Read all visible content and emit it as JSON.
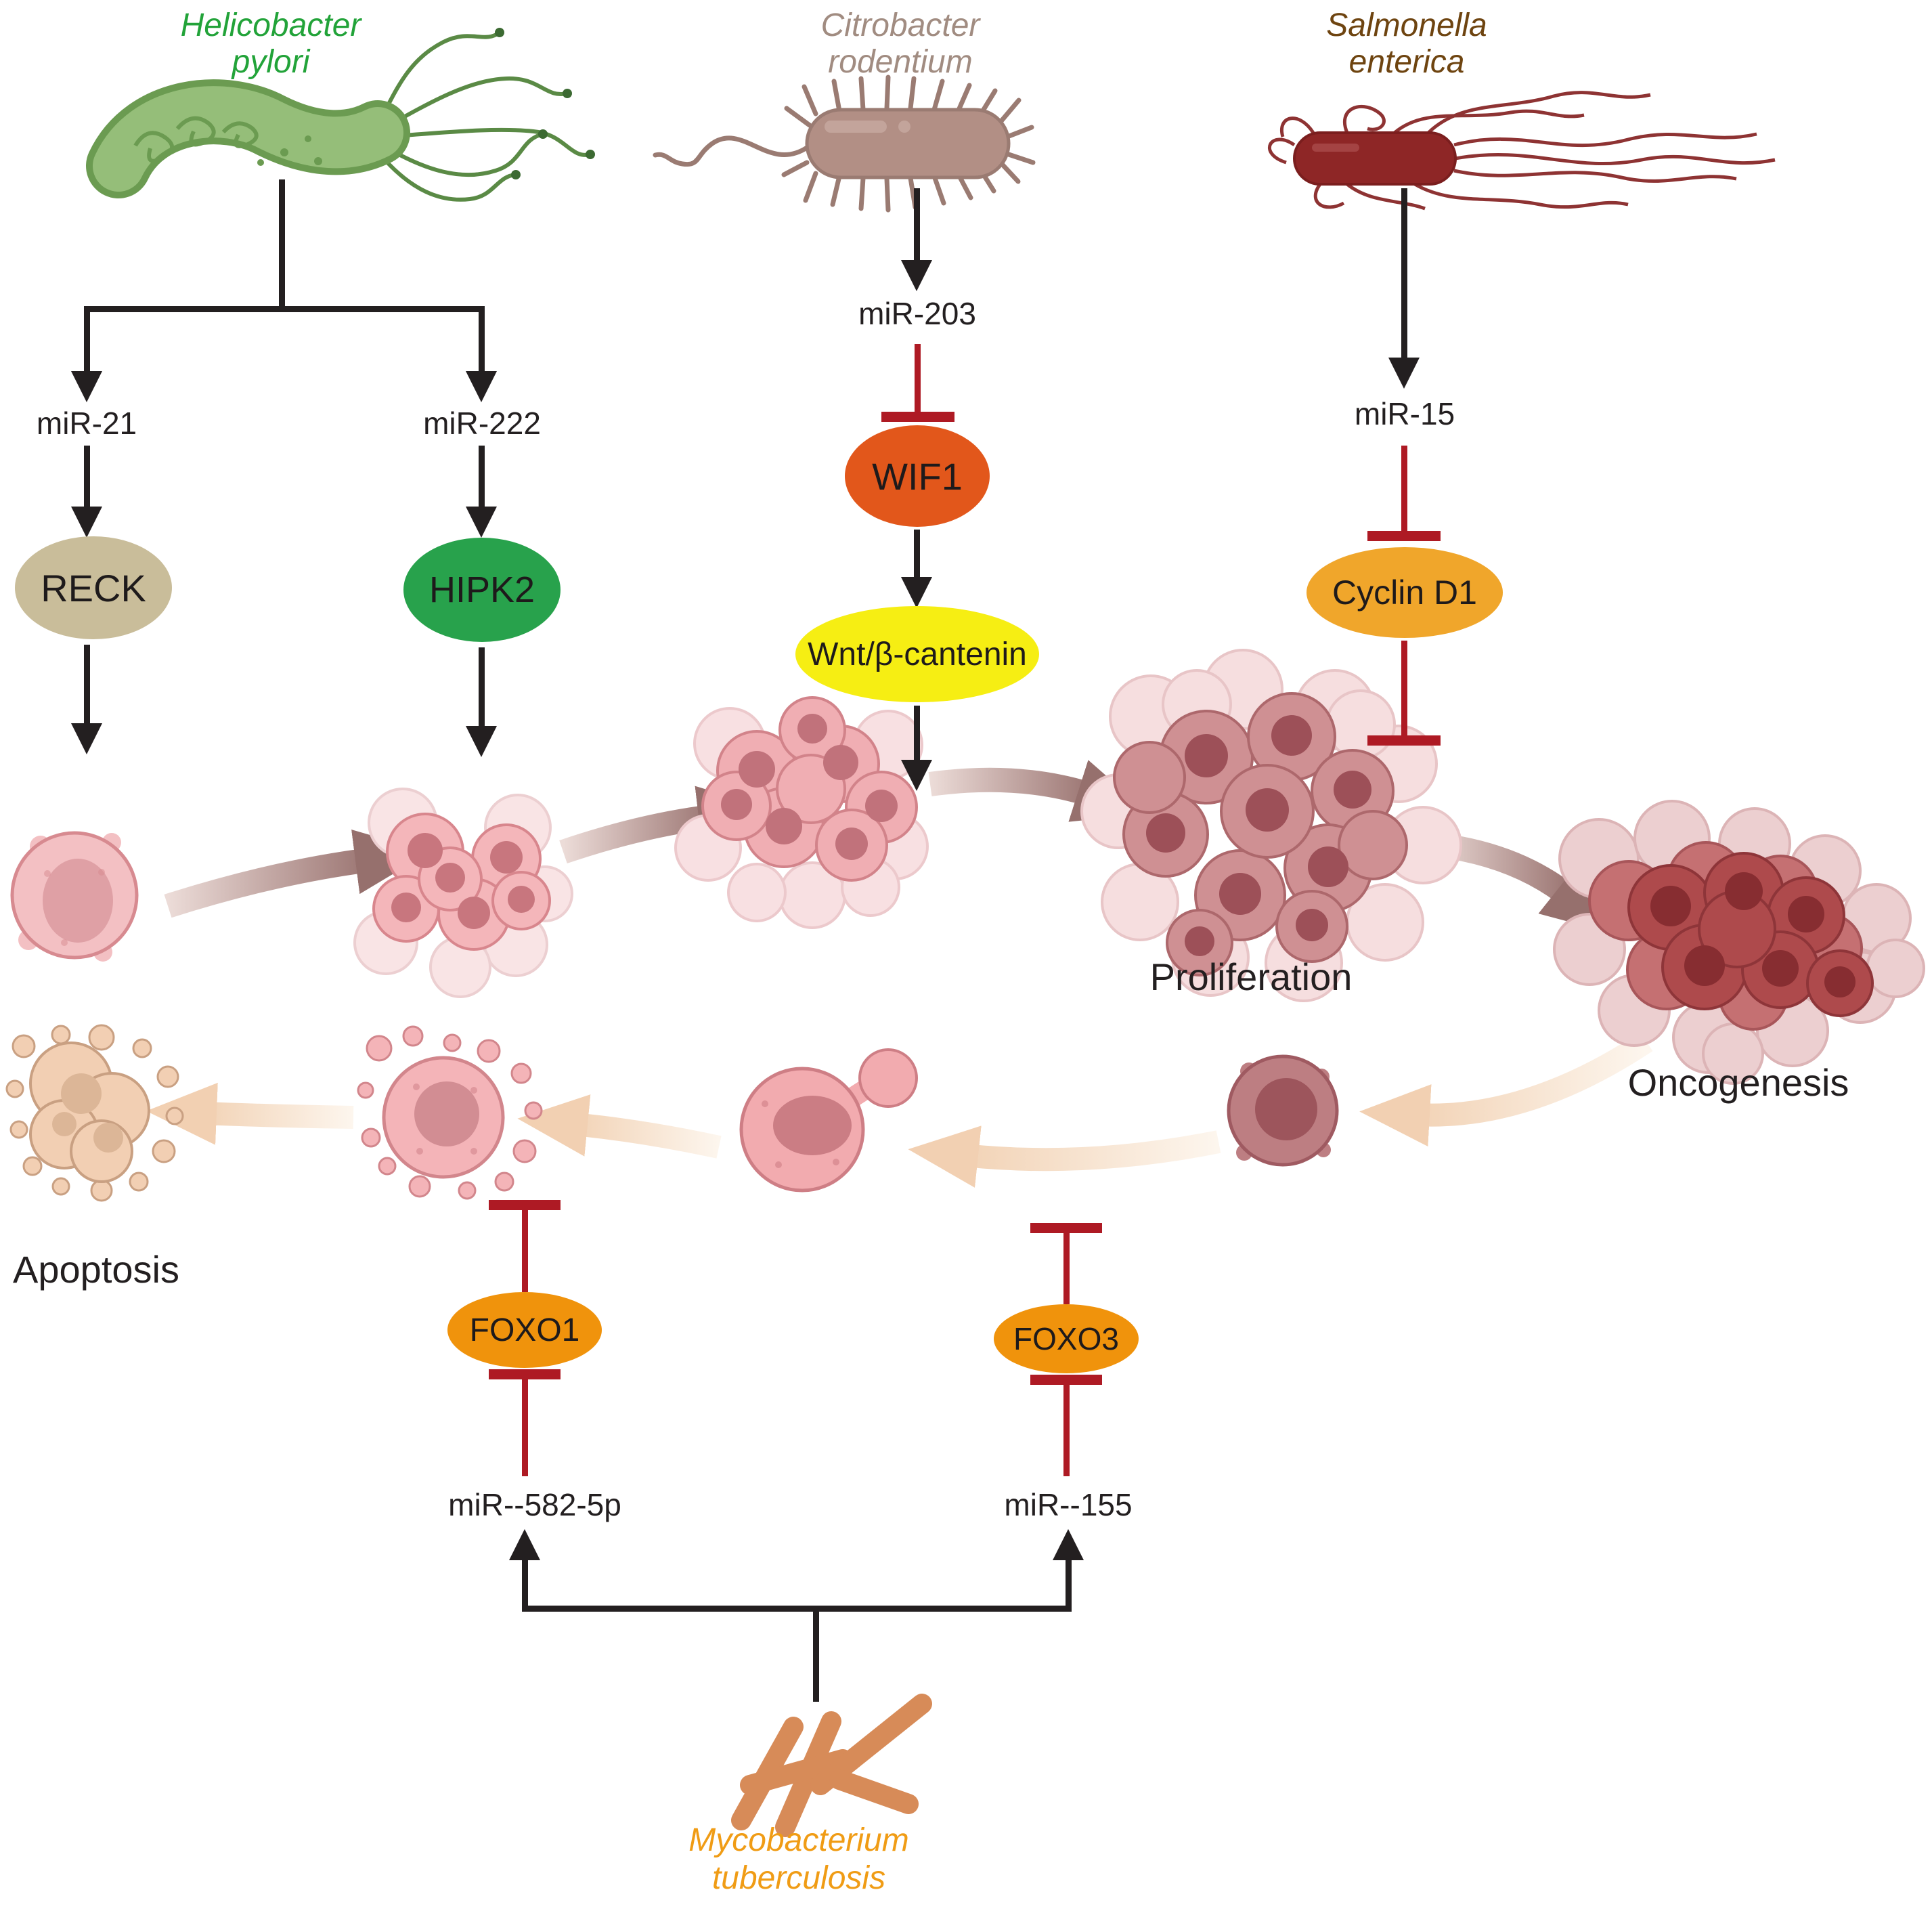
{
  "organisms": {
    "helicobacter": {
      "line1": "Helicobacter",
      "line2": "pylori",
      "label_color": "#22a339"
    },
    "citrobacter": {
      "line1": "Citrobacter",
      "line2": "rodentium",
      "label_color": "#a18c81"
    },
    "salmonella": {
      "line1": "Salmonella",
      "line2": "enterica",
      "label_color": "#6e4410"
    },
    "mycobacterium": {
      "line1": "Mycobacterium",
      "line2": "tuberculosis",
      "label_color": "#f09c15"
    }
  },
  "mirnas": {
    "mir21": "miR-21",
    "mir222": "miR-222",
    "mir203": "miR-203",
    "mir15": "miR-15",
    "mir582": "miR--582-5p",
    "mir155": "miR--155"
  },
  "genes": {
    "reck": {
      "label": "RECK",
      "color": "#c9bd9a"
    },
    "hipk2": {
      "label": "HIPK2",
      "color": "#28a24c"
    },
    "wif1": {
      "label": "WIF1",
      "color": "#e2571b"
    },
    "wnt": {
      "label": "Wnt/β-cantenin",
      "color": "#f6ee13"
    },
    "cyclind1": {
      "label": "Cyclin D1",
      "color": "#f0a62b"
    },
    "foxo1": {
      "label": "FOXO1",
      "color": "#f0930c"
    },
    "foxo3": {
      "label": "FOXO3",
      "color": "#f0930c"
    }
  },
  "processes": {
    "proliferation": "Proliferation",
    "oncogenesis": "Oncogenesis",
    "apoptosis": "Apoptosis"
  },
  "colors": {
    "activation_arrow": "#231f20",
    "inhibition_bar": "#ae1a24",
    "progression_arrow_dark": "#96706d",
    "return_arrow_peach": "#f2d0b2"
  }
}
